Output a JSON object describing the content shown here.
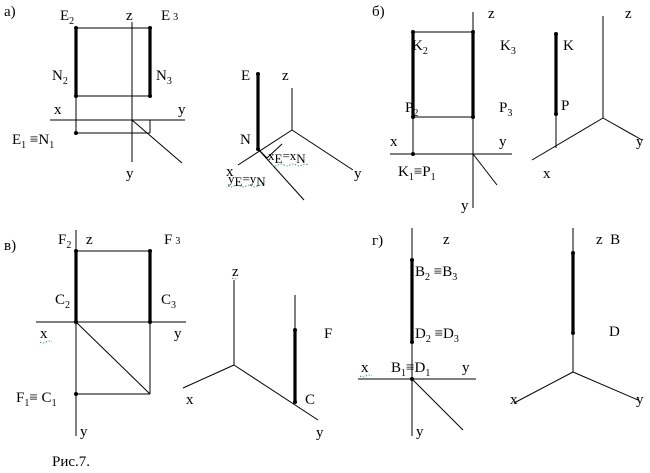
{
  "panels": {
    "a": {
      "label": "а)",
      "left": {
        "E2": "E",
        "E2_sub": "2",
        "z": "z",
        "E3": "E",
        "E3_sub": "3",
        "N2": "N",
        "N2_sub": "2",
        "N3": "N",
        "N3_sub": "3",
        "x": "x",
        "y_h": "y",
        "E1N1_a": "E",
        "E1N1_a_sub": "1",
        "E1N1_b": " ≡N",
        "E1N1_b_sub": "1",
        "y_v": "y"
      },
      "right": {
        "E": "E",
        "z": "z",
        "N": "N",
        "x": "x",
        "y": "y",
        "xe_xn": "x",
        "xe_xn_sub1": "E",
        "xe_xn_mid": "=x",
        "xe_xn_sub2": "N",
        "ye_yn": "y",
        "ye_yn_sub1": "E",
        "ye_yn_mid": "=y",
        "ye_yn_sub2": "N"
      }
    },
    "b": {
      "label": "б)",
      "left": {
        "z": "z",
        "K2": "K",
        "K2_sub": "2",
        "K3": "K",
        "K3_sub": "3",
        "P2": "P",
        "P2_sub": "2",
        "P3": "P",
        "P3_sub": "3",
        "x": "x",
        "y_h": "y",
        "K1P1_a": "K",
        "K1P1_a_sub": "1",
        "K1P1_b": "≡P",
        "K1P1_b_sub": "1",
        "y_v": "y"
      },
      "right": {
        "z": "z",
        "K": "K",
        "P": "P",
        "y": "y",
        "x": "x"
      }
    },
    "v": {
      "label": "в)",
      "left": {
        "F2": "F",
        "F2_sub": "2",
        "z": "z",
        "F3": "F",
        "F3_sub": "3",
        "C2": "C",
        "C2_sub": "2",
        "C3": "C",
        "C3_sub": "3",
        "x": "x",
        "y_h": "y",
        "F1C1_a": "F",
        "F1C1_a_sub": "1",
        "F1C1_b": "≡ C",
        "F1C1_b_sub": "1",
        "y_v": "y"
      },
      "right": {
        "z": "z",
        "F": "F",
        "x": "x",
        "C": "C",
        "y": "y"
      }
    },
    "g": {
      "label": "г)",
      "left": {
        "z": "z",
        "B2B3_a": "B",
        "B2B3_a_sub": "2",
        "B2B3_b": " ≡B",
        "B2B3_b_sub": "3",
        "D2D3_a": "D",
        "D2D3_a_sub": "2",
        "D2D3_b": " ≡D",
        "D2D3_b_sub": "3",
        "x": "x",
        "B1D1_a": "B",
        "B1D1_a_sub": "1",
        "B1D1_b": "≡D",
        "B1D1_b_sub": "1",
        "y_h": "y",
        "y_v": "y"
      },
      "right": {
        "zB": "z  B",
        "D": "D",
        "x": "x",
        "y": "y"
      }
    }
  },
  "caption": "Рис.7."
}
